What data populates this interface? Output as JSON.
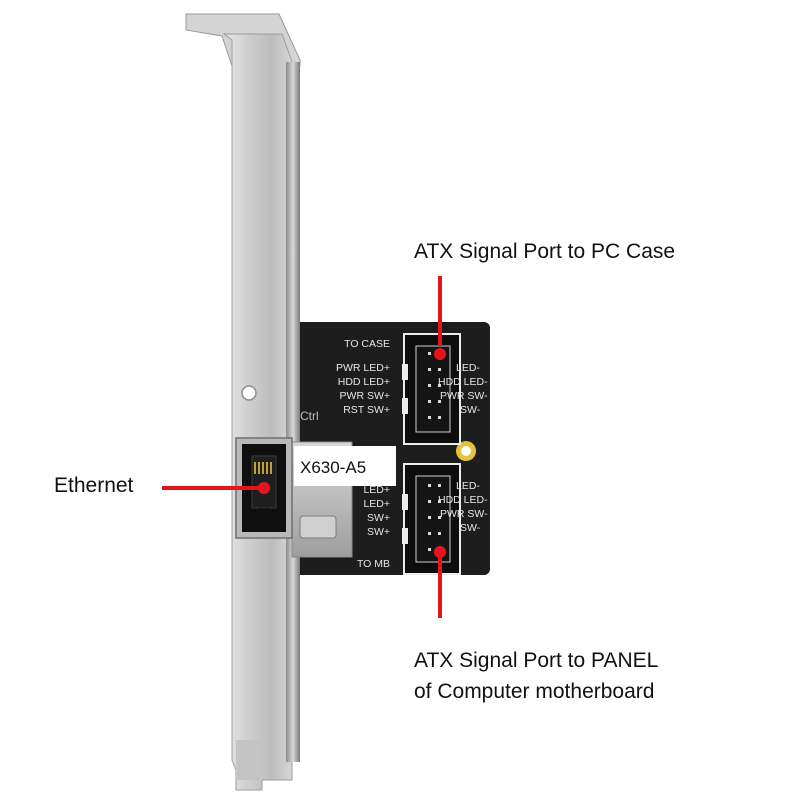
{
  "callouts": {
    "top": "ATX Signal Port to PC Case",
    "bottom_line1": "ATX Signal Port to PANEL",
    "bottom_line2": "of Computer motherboard",
    "ethernet": "Ethernet"
  },
  "board": {
    "model": "X630-A5",
    "to_case": "TO CASE",
    "to_mb": "TO MB",
    "ctrl": "Ctrl",
    "top_pins_left": [
      "PWR LED+",
      "HDD LED+",
      "PWR SW+",
      "RST SW+"
    ],
    "top_pins_right": [
      "LED-",
      "HDD LED-",
      "PWR SW-",
      "SW-"
    ],
    "bottom_pins_left": [
      "LED+",
      "LED+",
      "SW+",
      "SW+"
    ],
    "bottom_pins_right": [
      "LED-",
      "HDD LED-",
      "PWR SW-",
      "SW-"
    ]
  },
  "colors": {
    "accent_red": "#e3161c",
    "pcb": "#1d1d1d",
    "bracket": "#cfcfcf"
  }
}
